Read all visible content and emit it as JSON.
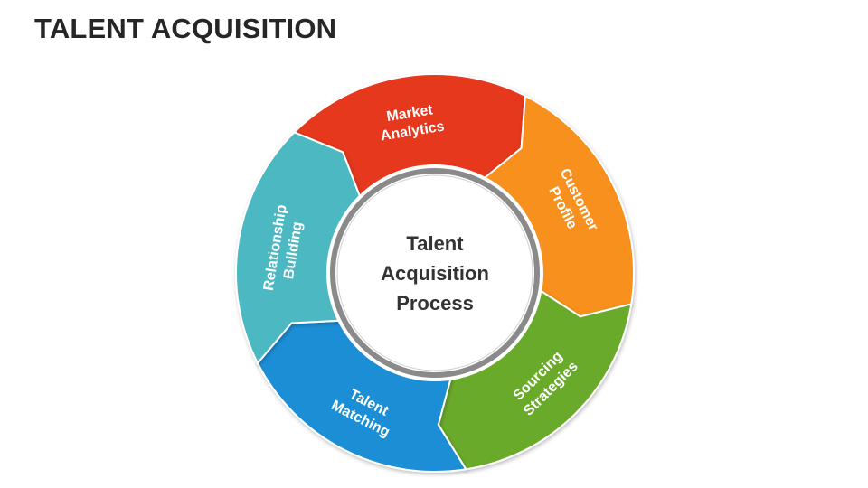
{
  "title": "TALENT ACQUISITION",
  "center": {
    "lines": [
      "Talent",
      "Acquisition",
      "Process"
    ]
  },
  "segments": [
    {
      "id": "market-analytics",
      "lines": [
        "Market",
        "Analytics"
      ],
      "color": "#E5391A"
    },
    {
      "id": "customer-profile",
      "lines": [
        "Customer",
        "Profile"
      ],
      "color": "#F7901E"
    },
    {
      "id": "sourcing-strategies",
      "lines": [
        "Sourcing",
        "Strategies"
      ],
      "color": "#6AAA2A"
    },
    {
      "id": "talent-matching",
      "lines": [
        "Talent",
        "Matching"
      ],
      "color": "#1F8ED6"
    },
    {
      "id": "relationship-building",
      "lines": [
        "Relationship",
        "Building"
      ],
      "color": "#4BB8C2"
    }
  ]
}
